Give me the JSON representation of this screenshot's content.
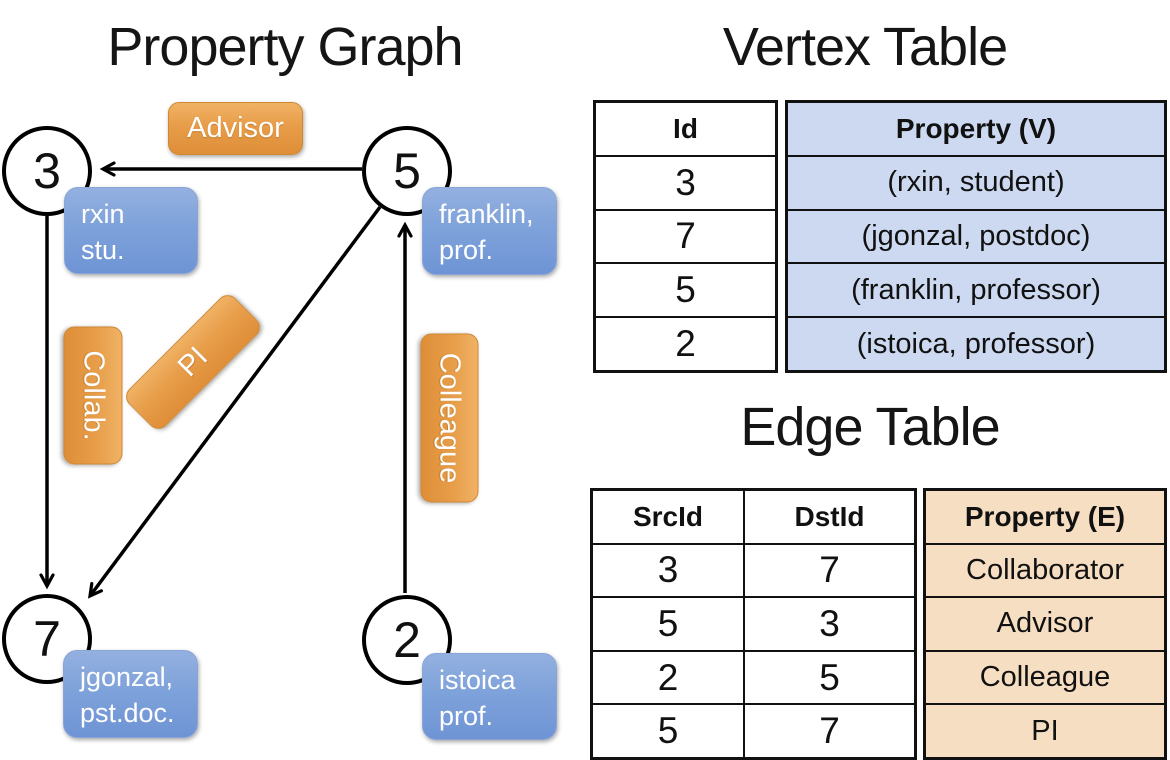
{
  "graph": {
    "title": "Property Graph",
    "nodes": [
      {
        "id": "3"
      },
      {
        "id": "5"
      },
      {
        "id": "7"
      },
      {
        "id": "2"
      }
    ],
    "edge_labels": {
      "advisor": "Advisor",
      "collab": "Collab.",
      "pi": "PI",
      "colleague": "Colleague"
    },
    "property_boxes": [
      {
        "line1": "rxin",
        "line2": "stu."
      },
      {
        "line1": "franklin,",
        "line2": "prof."
      },
      {
        "line1": "jgonzal,",
        "line2": "pst.doc."
      },
      {
        "line1": "istoica",
        "line2": "prof."
      }
    ]
  },
  "vertex_table": {
    "title": "Vertex Table",
    "id_header": "Id",
    "property_header": "Property (V)",
    "rows": [
      {
        "id": "3",
        "property": "(rxin, student)"
      },
      {
        "id": "7",
        "property": "(jgonzal, postdoc)"
      },
      {
        "id": "5",
        "property": "(franklin, professor)"
      },
      {
        "id": "2",
        "property": "(istoica, professor)"
      }
    ]
  },
  "edge_table": {
    "title": "Edge Table",
    "src_header": "SrcId",
    "dst_header": "DstId",
    "property_header": "Property (E)",
    "rows": [
      {
        "src": "3",
        "dst": "7",
        "property": "Collaborator"
      },
      {
        "src": "5",
        "dst": "3",
        "property": "Advisor"
      },
      {
        "src": "2",
        "dst": "5",
        "property": "Colleague"
      },
      {
        "src": "5",
        "dst": "7",
        "property": "PI"
      }
    ]
  },
  "colors": {
    "edge_label_orange": "#E79D49",
    "vertex_box_blue": "#7EA2DA",
    "vertex_cell_fill": "#CCD9F0",
    "edge_cell_fill": "#F6DEC2",
    "stroke": "#000000"
  }
}
